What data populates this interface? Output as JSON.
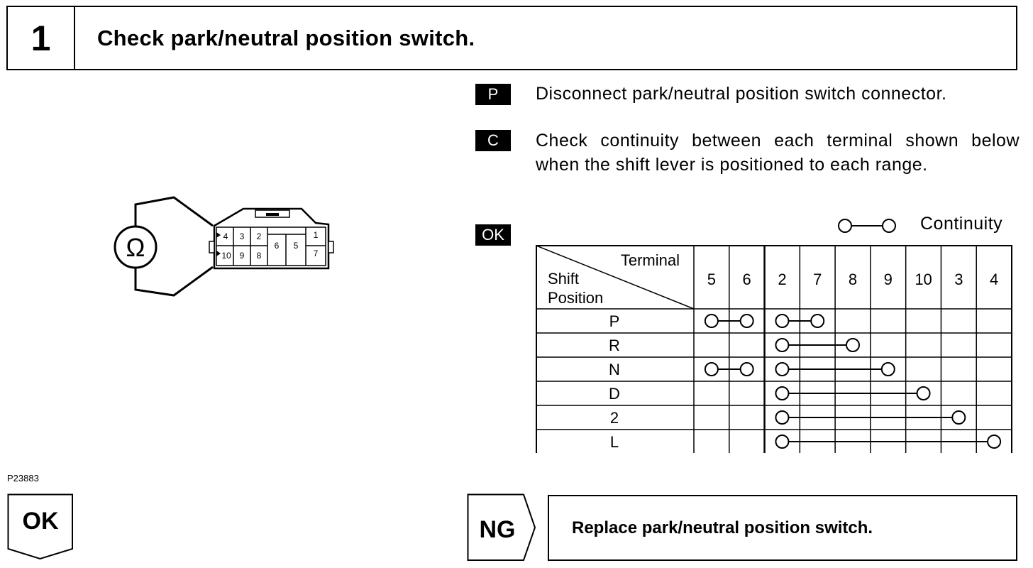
{
  "step": {
    "number": "1",
    "title": "Check park/neutral position switch."
  },
  "instructions": [
    {
      "badge": "P",
      "text": "Disconnect park/neutral position switch connector."
    },
    {
      "badge": "C",
      "text": "Check continuity between each terminal shown below when the shift lever is positioned to each range."
    }
  ],
  "ok_badge": "OK",
  "legend_label": "Continuity",
  "table": {
    "header_terminal": "Terminal",
    "header_shift": "Shift",
    "header_position": "Position",
    "columns": [
      "5",
      "6",
      "2",
      "7",
      "8",
      "9",
      "10",
      "3",
      "4"
    ],
    "rows": [
      {
        "position": "P",
        "connections": [
          [
            "5",
            "6"
          ],
          [
            "2",
            "7"
          ]
        ]
      },
      {
        "position": "R",
        "connections": [
          [
            "2",
            "8"
          ]
        ]
      },
      {
        "position": "N",
        "connections": [
          [
            "5",
            "6"
          ],
          [
            "2",
            "9"
          ]
        ]
      },
      {
        "position": "D",
        "connections": [
          [
            "2",
            "10"
          ]
        ]
      },
      {
        "position": "2",
        "connections": [
          [
            "2",
            "3"
          ]
        ]
      },
      {
        "position": "L",
        "connections": [
          [
            "2",
            "4"
          ]
        ]
      }
    ]
  },
  "diagram": {
    "meter_symbol": "Ω",
    "connector_terminals": [
      "4",
      "3",
      "2",
      "1",
      "10",
      "9",
      "8",
      "6",
      "5",
      "7"
    ]
  },
  "figure_code": "P23883",
  "result_ok": "OK",
  "result_ng": "NG",
  "ng_action": "Replace park/neutral position switch."
}
